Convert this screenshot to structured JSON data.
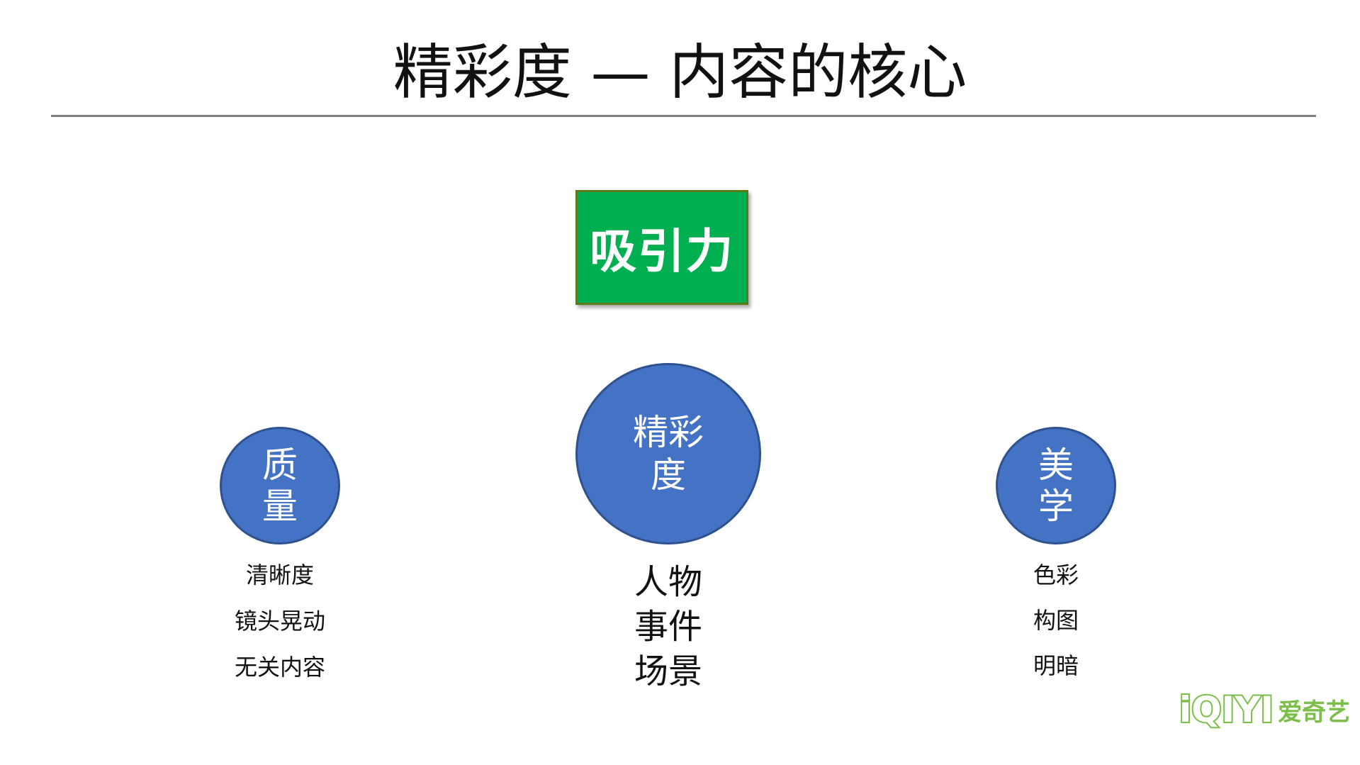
{
  "title": "精彩度 — 内容的核心",
  "attraction": {
    "label": "吸引力",
    "color": "#00b050"
  },
  "circle_color": "#4472c4",
  "circles": {
    "left": "质量",
    "center": "精彩度",
    "right": "美学"
  },
  "lists": {
    "left": [
      "清晰度",
      "镜头晃动",
      "无关内容"
    ],
    "center": [
      "人物",
      "事件",
      "场景"
    ],
    "right": [
      "色彩",
      "构图",
      "明暗"
    ]
  },
  "logo": {
    "mark": "iQIYI",
    "text": "爱奇艺",
    "color": "#7bbf4a"
  }
}
